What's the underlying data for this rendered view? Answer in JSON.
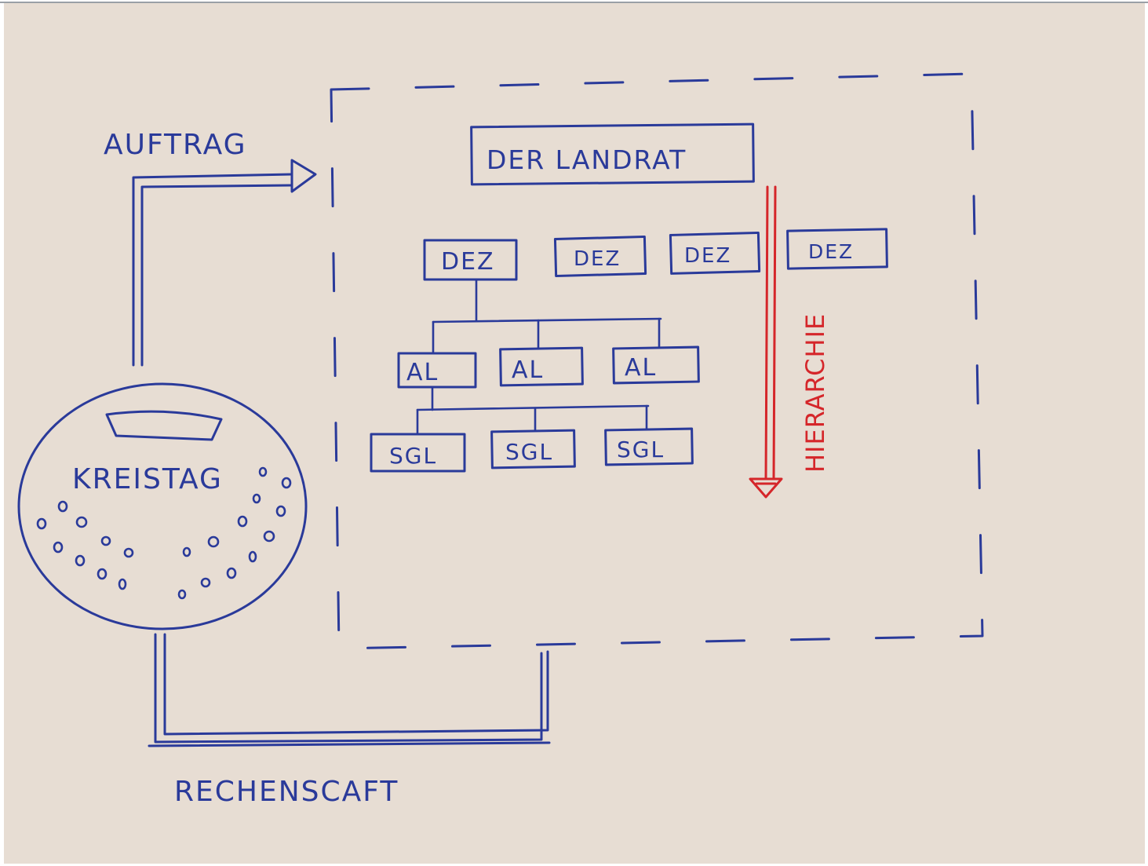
{
  "colors": {
    "paper": "#e7ddd3",
    "blue_ink": "#2a3a9a",
    "red_ink": "#d5262a"
  },
  "labels": {
    "auftrag": "AUFTRAG",
    "landrat": "DER LANDRAT",
    "dez": [
      "DEZ",
      "DEZ",
      "DEZ",
      "DEZ"
    ],
    "al": [
      "AL",
      "AL",
      "AL"
    ],
    "sgl": [
      "SGL",
      "SGL",
      "SGL"
    ],
    "hierarchie": "HIERARCHIE",
    "kreistag": "KREISTAG",
    "rechenschaft": "RECHENSCAFT"
  }
}
